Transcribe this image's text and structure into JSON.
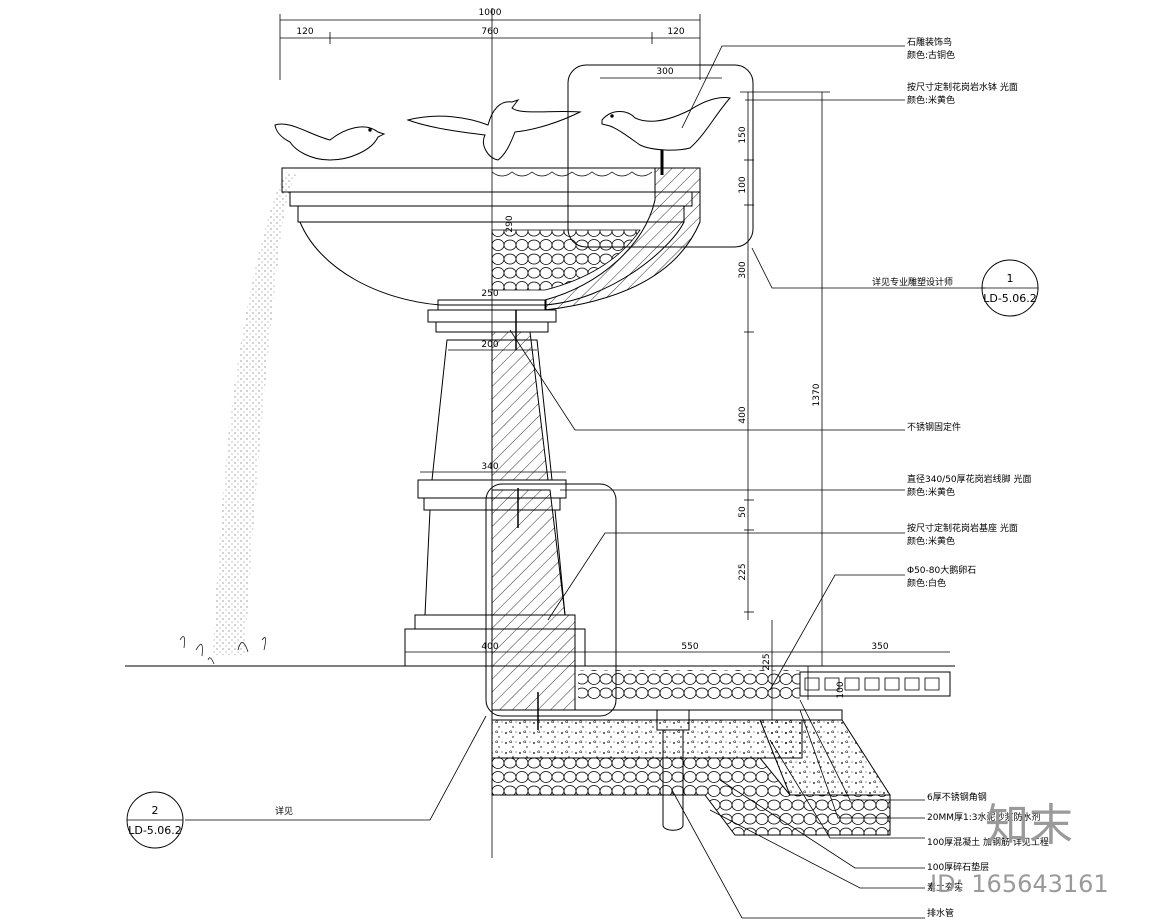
{
  "dimensions": {
    "top_total": "1000",
    "top_left": "120",
    "top_mid": "760",
    "top_right": "120",
    "detail_300": "300",
    "h150": "150",
    "h100": "100",
    "h300": "300",
    "total_1370": "1370",
    "h400": "400",
    "h50": "50",
    "h225a": "225",
    "h225b": "225",
    "w290": "290",
    "w250": "250",
    "w200": "200",
    "w340": "340",
    "w400": "400",
    "w550": "550",
    "w350": "350",
    "h100b": "100"
  },
  "callouts": {
    "c1_line1": "石雕装饰鸟",
    "c1_line2": "颜色:古铜色",
    "c2_line1": "按尺寸定制花岗岩水钵 光面",
    "c2_line2": "颜色:米黄色",
    "c3": "详见专业雕塑设计师",
    "c4": "不锈钢固定件",
    "c5_line1": "直径340/50厚花岗岩线脚 光面",
    "c5_line2": "颜色:米黄色",
    "c6_line1": "按尺寸定制花岗岩基座 光面",
    "c6_line2": "颜色:米黄色",
    "c7_line1": "Φ50-80大鹅卵石",
    "c7_line2": "颜色:白色",
    "c8": "6厚不锈钢角钢",
    "c9": "20MM厚1:3水泥砂浆防水剂",
    "c10": "100厚混凝土 加钢筋 详见工程",
    "c11": "100厚碎石垫层",
    "c12": "素土夯实",
    "c13": "排水管",
    "detail_note": "详见"
  },
  "refs": {
    "r1_num": "1",
    "r1_sheet": "LD-5.06.2",
    "r2_num": "2",
    "r2_sheet": "LD-5.06.2"
  },
  "watermark": {
    "text": "知末",
    "id": "ID: 165643161"
  }
}
